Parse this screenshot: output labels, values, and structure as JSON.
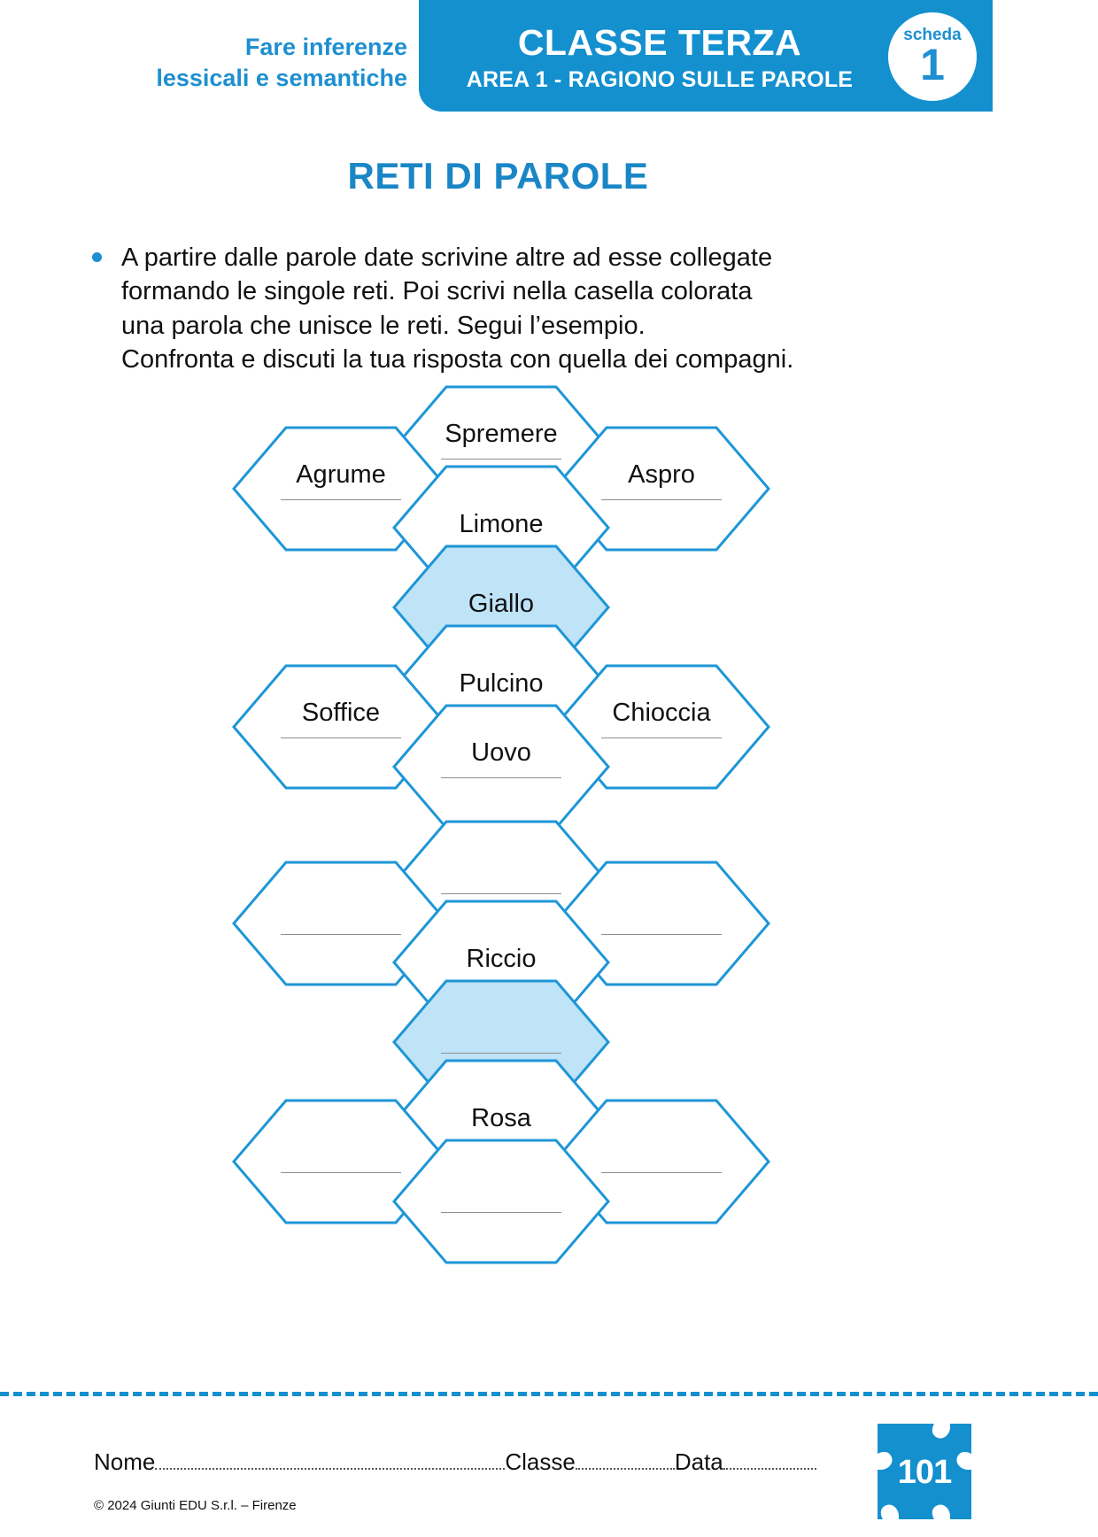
{
  "header": {
    "left_line1": "Fare inferenze",
    "left_line2": "lessicali e semantiche",
    "classe": "CLASSE TERZA",
    "area": "AREA 1 - RAGIONO SULLE PAROLE",
    "scheda_label": "scheda",
    "scheda_number": "1",
    "band_color": "#1490cf",
    "accent_color": "#1e8fd0"
  },
  "page_title": "RETI DI PAROLE",
  "instructions": {
    "line1": "A partire dalle parole date scrivine altre ad esse collegate",
    "line2": "formando le singole reti. Poi scrivi nella casella colorata",
    "line3": "una parola che unisce le reti. Segui l’esempio.",
    "line4": "Confronta e discuti la tua risposta con quella dei compagni."
  },
  "networks": [
    {
      "id": "network-example",
      "cells": [
        {
          "name": "top-center",
          "text": "Spremere",
          "style": "word-line",
          "fill": "#ffffff"
        },
        {
          "name": "upper-left",
          "text": "Agrume",
          "style": "word-line",
          "fill": "#ffffff"
        },
        {
          "name": "upper-right",
          "text": "Aspro",
          "style": "word-line",
          "fill": "#ffffff"
        },
        {
          "name": "seed-top",
          "text": "Limone",
          "style": "center-word",
          "fill": "#ffffff"
        },
        {
          "name": "link-cell",
          "text": "Giallo",
          "style": "center-word",
          "fill": "#bfe3f7"
        },
        {
          "name": "seed-bottom",
          "text": "Pulcino",
          "style": "center-word",
          "fill": "#ffffff"
        },
        {
          "name": "lower-left",
          "text": "Soffice",
          "style": "word-line",
          "fill": "#ffffff"
        },
        {
          "name": "lower-right",
          "text": "Chioccia",
          "style": "word-line",
          "fill": "#ffffff"
        },
        {
          "name": "bottom-center",
          "text": "Uovo",
          "style": "word-line",
          "fill": "#ffffff"
        }
      ]
    },
    {
      "id": "network-blank",
      "cells": [
        {
          "name": "top-center",
          "text": "",
          "style": "word-line",
          "fill": "#ffffff"
        },
        {
          "name": "upper-left",
          "text": "",
          "style": "word-line",
          "fill": "#ffffff"
        },
        {
          "name": "upper-right",
          "text": "",
          "style": "word-line",
          "fill": "#ffffff"
        },
        {
          "name": "seed-top",
          "text": "Riccio",
          "style": "center-word",
          "fill": "#ffffff"
        },
        {
          "name": "link-cell",
          "text": "",
          "style": "word-line",
          "fill": "#bfe3f7"
        },
        {
          "name": "seed-bottom",
          "text": "Rosa",
          "style": "center-word",
          "fill": "#ffffff"
        },
        {
          "name": "lower-left",
          "text": "",
          "style": "word-line",
          "fill": "#ffffff"
        },
        {
          "name": "lower-right",
          "text": "",
          "style": "word-line",
          "fill": "#ffffff"
        },
        {
          "name": "bottom-center",
          "text": "",
          "style": "word-line",
          "fill": "#ffffff"
        }
      ]
    }
  ],
  "footer": {
    "nome_label": "Nome",
    "classe_label": "Classe",
    "data_label": "Data",
    "copyright": "© 2024 Giunti EDU S.r.l. – Firenze",
    "page_number": "101"
  }
}
